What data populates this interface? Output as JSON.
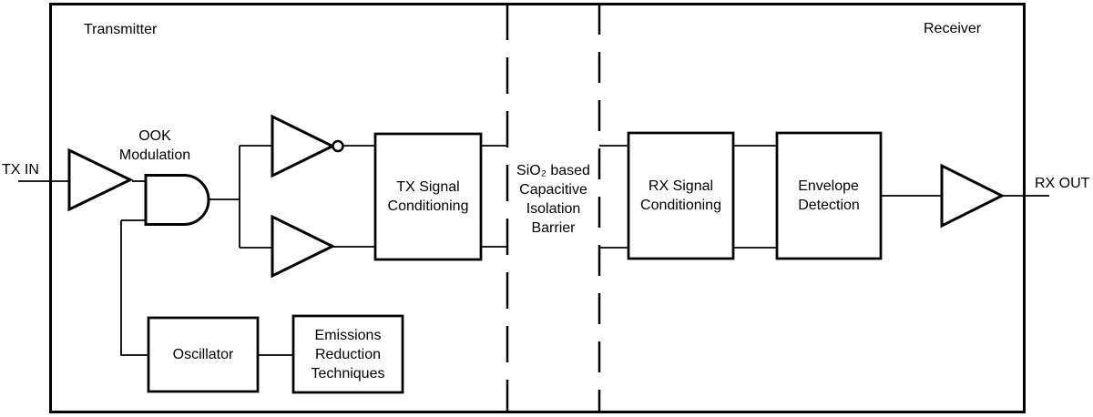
{
  "diagram": {
    "region_labels": {
      "transmitter": "Transmitter",
      "receiver": "Receiver"
    },
    "ports": {
      "input": "TX IN",
      "output": "RX OUT"
    },
    "modulation_label": "OOK\nModulation",
    "blocks": {
      "tx_signal": "TX Signal\nConditioning",
      "rx_signal": "RX Signal\nConditioning",
      "envelope": "Envelope\nDetection",
      "oscillator": "Oscillator",
      "emissions": "Emissions\nReduction\nTechniques"
    },
    "barrier_label": "SiO₂ based\nCapacitive\nIsolation\nBarrier",
    "symbols": {
      "input_stage": "buffer-gate",
      "modulator": "and-gate",
      "top_driver": "inverter-gate",
      "bottom_driver": "buffer-gate",
      "output_stage": "buffer-gate"
    },
    "colors": {
      "stroke": "#000000",
      "background": "#ffffff"
    }
  }
}
